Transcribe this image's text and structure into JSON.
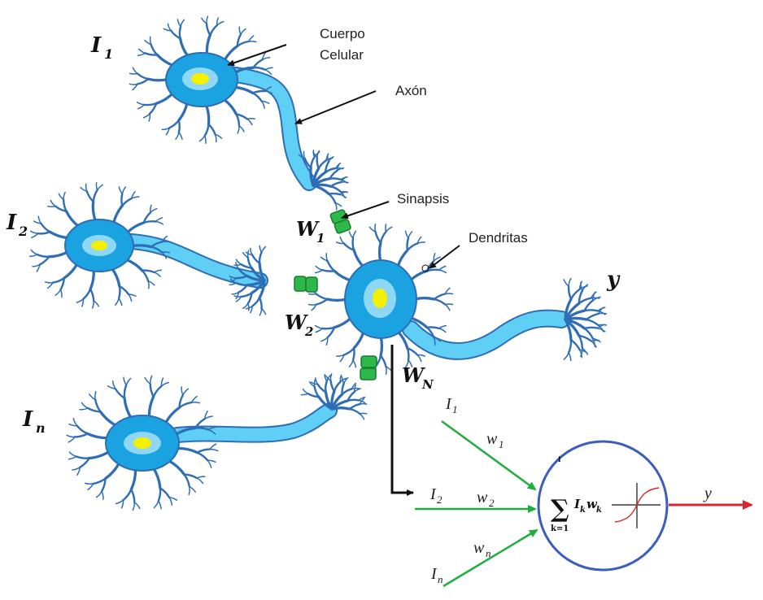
{
  "labels": {
    "cuerpo_line1": "Cuerpo",
    "cuerpo_line2": "Celular",
    "axon": "Axón",
    "sinapsis": "Sinapsis",
    "dendritas": "Dendritas"
  },
  "neuron_inputs": {
    "i1": "I",
    "i1_sub": "1",
    "i2": "I",
    "i2_sub": "2",
    "in": "I",
    "in_sub": "n"
  },
  "weights": {
    "w1": "W",
    "w1_sub": "1",
    "w2": "W",
    "w2_sub": "2",
    "wn": "W",
    "wn_sub": "N"
  },
  "output": {
    "y_bio": "y",
    "y_model": "y"
  },
  "model": {
    "in1": "I",
    "in1_sub": "1",
    "in2": "I",
    "in2_sub": "2",
    "inn": "I",
    "inn_sub": "n",
    "w1": "w",
    "w1_sub": "1",
    "w2": "w",
    "w2_sub": "2",
    "wn": "w",
    "wn_sub": "n",
    "sum_symbol": "∑",
    "sum_top": "i",
    "sum_bottom": "k=1",
    "sum_term_i": "I",
    "sum_term_i_sub": "k",
    "sum_term_w": "w",
    "sum_term_w_sub": "k"
  },
  "colors": {
    "neuron_body": "#1aa3e0",
    "neuron_outline": "#2f6db5",
    "nucleus_ring": "#8fd8f5",
    "nucleus": "#f5f000",
    "axon": "#5fcff5",
    "synapse": "#2db84a",
    "arrow_green": "#1fae3c",
    "arrow_red": "#d9262e",
    "circle": "#3b5dbf",
    "sigmoid": "#d9262e"
  }
}
